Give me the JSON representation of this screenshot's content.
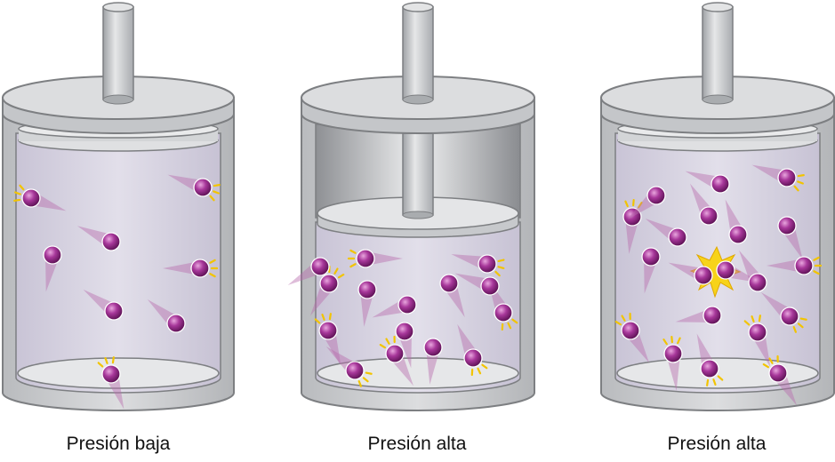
{
  "panels": [
    {
      "label": "Presión baja",
      "molecule_count": 8
    },
    {
      "label": "Presión alta",
      "molecule_count": 15
    },
    {
      "label": "Presión alta",
      "molecule_count": 20
    }
  ],
  "colors": {
    "metal": "#c9cbcd",
    "metal_dark": "#7d7f82",
    "gas": "#d8d0e4",
    "molecule": "#9c2d8e",
    "impact": "#f2c400"
  }
}
